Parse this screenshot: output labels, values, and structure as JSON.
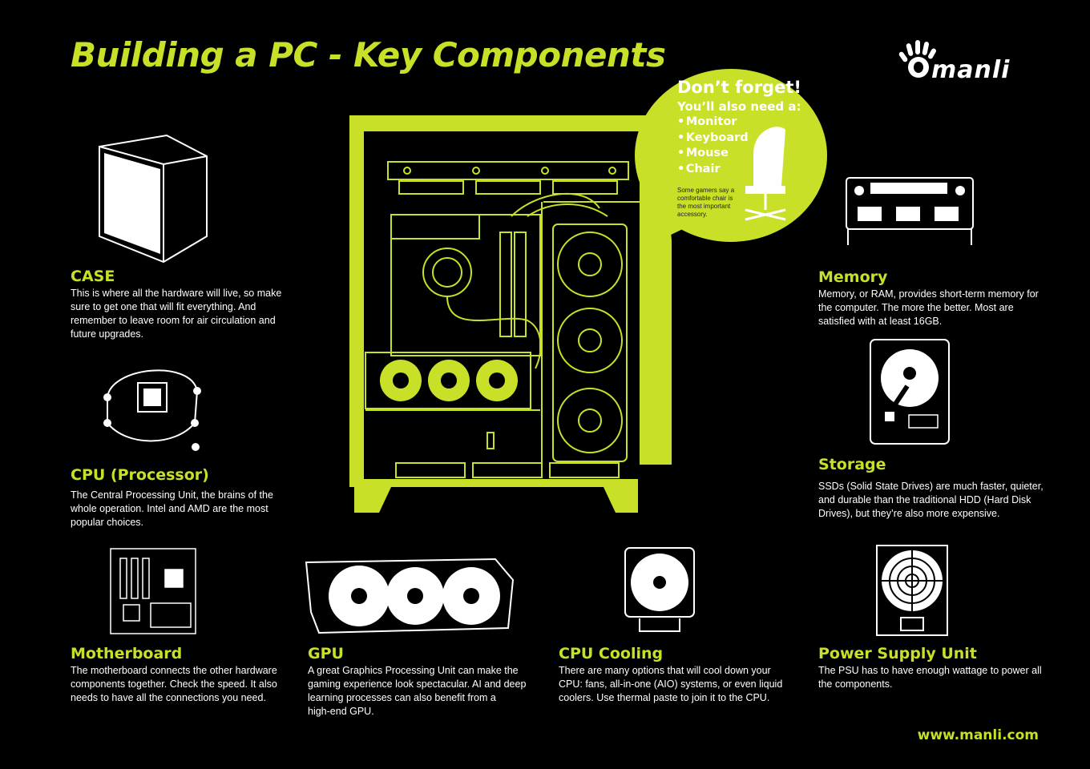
{
  "title": "Building a PC - Key Components",
  "logo": {
    "text": "manli"
  },
  "website": "www.manli.com",
  "callout": {
    "heading": "Don’t forget!",
    "subheading": "You’ll also need a:",
    "items": [
      {
        "label": "Monitor"
      },
      {
        "label": "Keyboard"
      },
      {
        "label": "Mouse"
      },
      {
        "label": "Chair"
      }
    ],
    "note": [
      "Some gamers say a",
      "comfortable chair is",
      "the most important",
      "accessory."
    ]
  },
  "components": {
    "case": {
      "title": "CASE",
      "lines": [
        "This is where all the hardware will live, so make",
        "sure to get one that will fit everything. And",
        "remember to leave room for air circulation and",
        "future upgrades."
      ]
    },
    "cpu": {
      "title": "CPU (Processor)",
      "lines": [
        "The Central Processing Unit, the brains of the",
        "whole operation. Intel and AMD are the most",
        "popular choices."
      ]
    },
    "motherboard": {
      "title": "Motherboard",
      "lines": [
        "The motherboard connects the other hardware",
        "components together. Check the speed. It also",
        "needs to have all the connections you need."
      ]
    },
    "gpu": {
      "title": "GPU",
      "lines": [
        "A great Graphics Processing Unit can make the",
        "gaming experience look spectacular. AI and deep",
        "learning processes can also benefit from a",
        "high-end GPU."
      ]
    },
    "cooling": {
      "title": "CPU Cooling",
      "lines": [
        "There are many options that will cool down your",
        "CPU: fans, all-in-one (AIO) systems, or even liquid",
        "coolers. Use thermal paste to join it to the CPU."
      ]
    },
    "memory": {
      "title": "Memory",
      "lines": [
        "Memory, or RAM, provides short-term memory for",
        "the computer. The more the better. Most are",
        "satisfied with at least 16GB."
      ]
    },
    "storage": {
      "title": "Storage",
      "lines": [
        "SSDs (Solid State Drives) are much faster, quieter,",
        "and durable than the traditional HDD (Hard Disk",
        "Drives), but they’re also more expensive."
      ]
    },
    "psu": {
      "title": "Power Supply Unit",
      "lines": [
        "The PSU has to have enough wattage to power all",
        "the components."
      ]
    }
  },
  "colors": {
    "accent": "#c8e028",
    "background": "#000000",
    "text": "#ffffff"
  }
}
